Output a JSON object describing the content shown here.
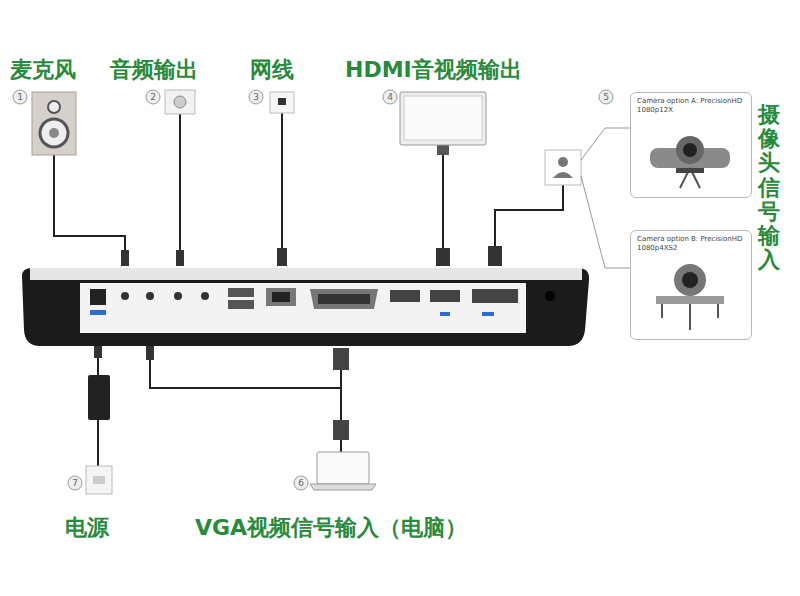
{
  "diagram": {
    "nodes": [
      {
        "text": [
          "Camera option A: PrecisionHD 1080p12X"
        ]
      },
      {
        "text": [
          "Camera option B: PrecisionHD 1080p4XS2"
        ]
      }
    ],
    "labels": [
      "麦克风",
      "音频输出",
      "网线",
      "HDMI音视频输出",
      "摄像头信号输入",
      "电源",
      "VGA视频信号输入（电脑）",
      "1",
      "2",
      "3",
      "4",
      "5",
      "7",
      "6"
    ]
  }
}
